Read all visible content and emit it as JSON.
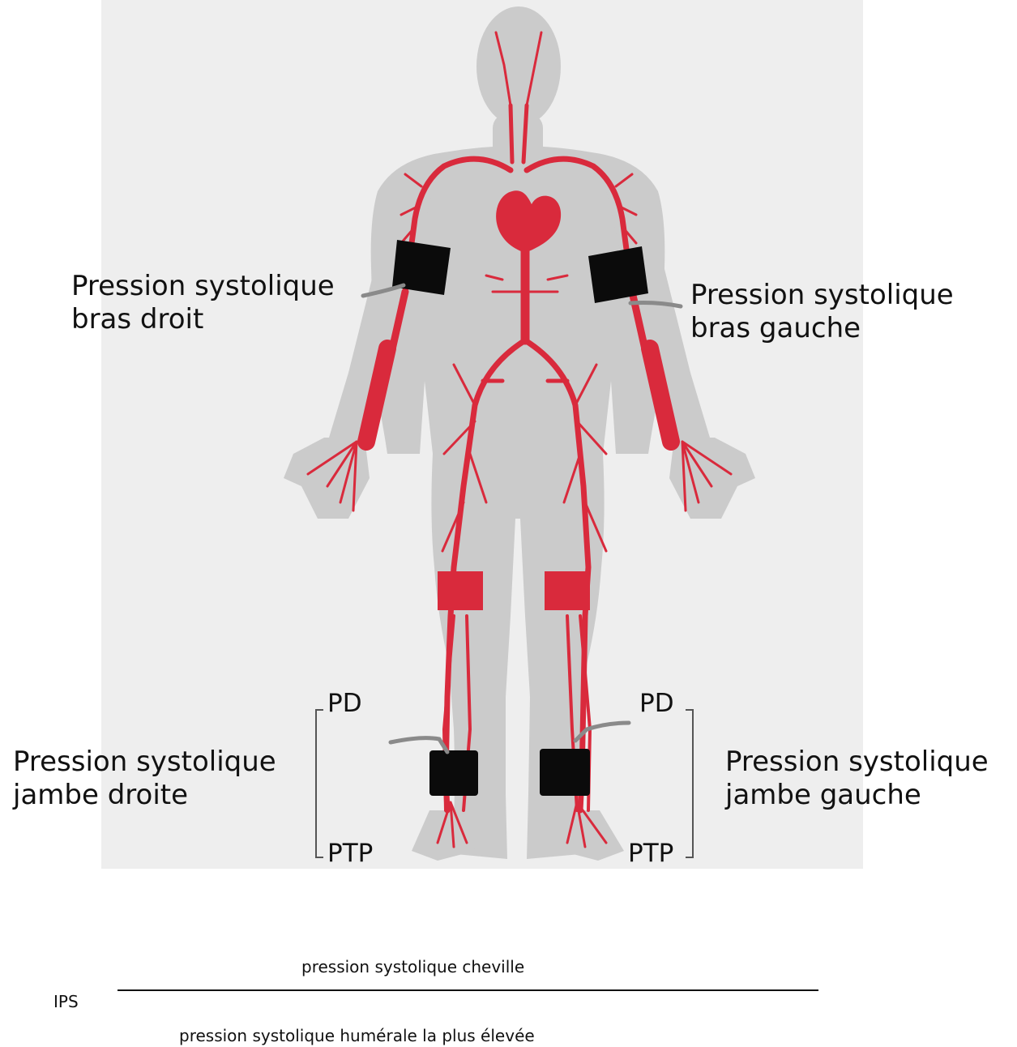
{
  "labels": {
    "right_arm": [
      "Pression systolique",
      "bras droit"
    ],
    "left_arm": [
      "Pression systolique",
      "bras gauche"
    ],
    "right_leg": [
      "Pression systolique",
      "jambe droite"
    ],
    "left_leg": [
      "Pression systolique",
      "jambe gauche"
    ],
    "pd_right": "PD",
    "ptp_right": "PTP",
    "pd_left": "PD",
    "ptp_left": "PTP"
  },
  "formula": {
    "lhs": "IPS",
    "numerator": "pression systolique cheville",
    "denominator": "pression systolique humérale la plus élevée"
  },
  "colors": {
    "background_panel": "#eeeeee",
    "body": "#cbcbcb",
    "artery": "#d92a3c",
    "cuff": "#0b0b0b",
    "tube": "#8a8a8a",
    "bracket": "#555555",
    "text": "#111111"
  }
}
